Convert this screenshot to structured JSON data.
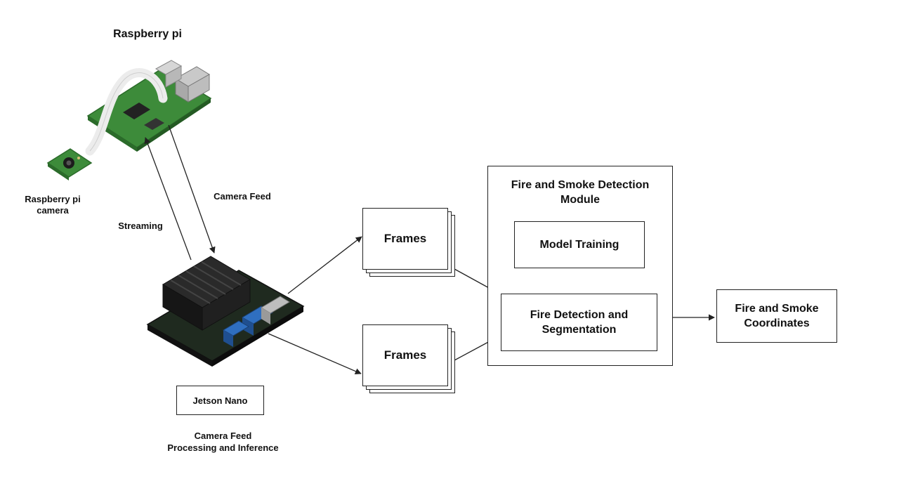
{
  "raspberry_pi": {
    "title": "Raspberry pi",
    "camera_label_line1": "Raspberry pi",
    "camera_label_line2": "camera"
  },
  "arrows": {
    "camera_feed": "Camera Feed",
    "streaming": "Streaming"
  },
  "jetson": {
    "box_label": "Jetson Nano",
    "caption_line1": "Camera Feed",
    "caption_line2": "Processing and Inference"
  },
  "frames": {
    "top_label": "Frames",
    "bottom_label": "Frames"
  },
  "module": {
    "title_line1": "Fire and Smoke Detection",
    "title_line2": "Module",
    "model_training": "Model Training",
    "detection_line1": "Fire Detection and",
    "detection_line2": "Segmentation"
  },
  "output": {
    "line1": "Fire and Smoke",
    "line2": "Coordinates"
  },
  "colors": {
    "pcb_green": "#3d8b3a",
    "heatsink": "#1c1c1c",
    "usb_blue": "#2f6fc0",
    "line": "#222222"
  }
}
